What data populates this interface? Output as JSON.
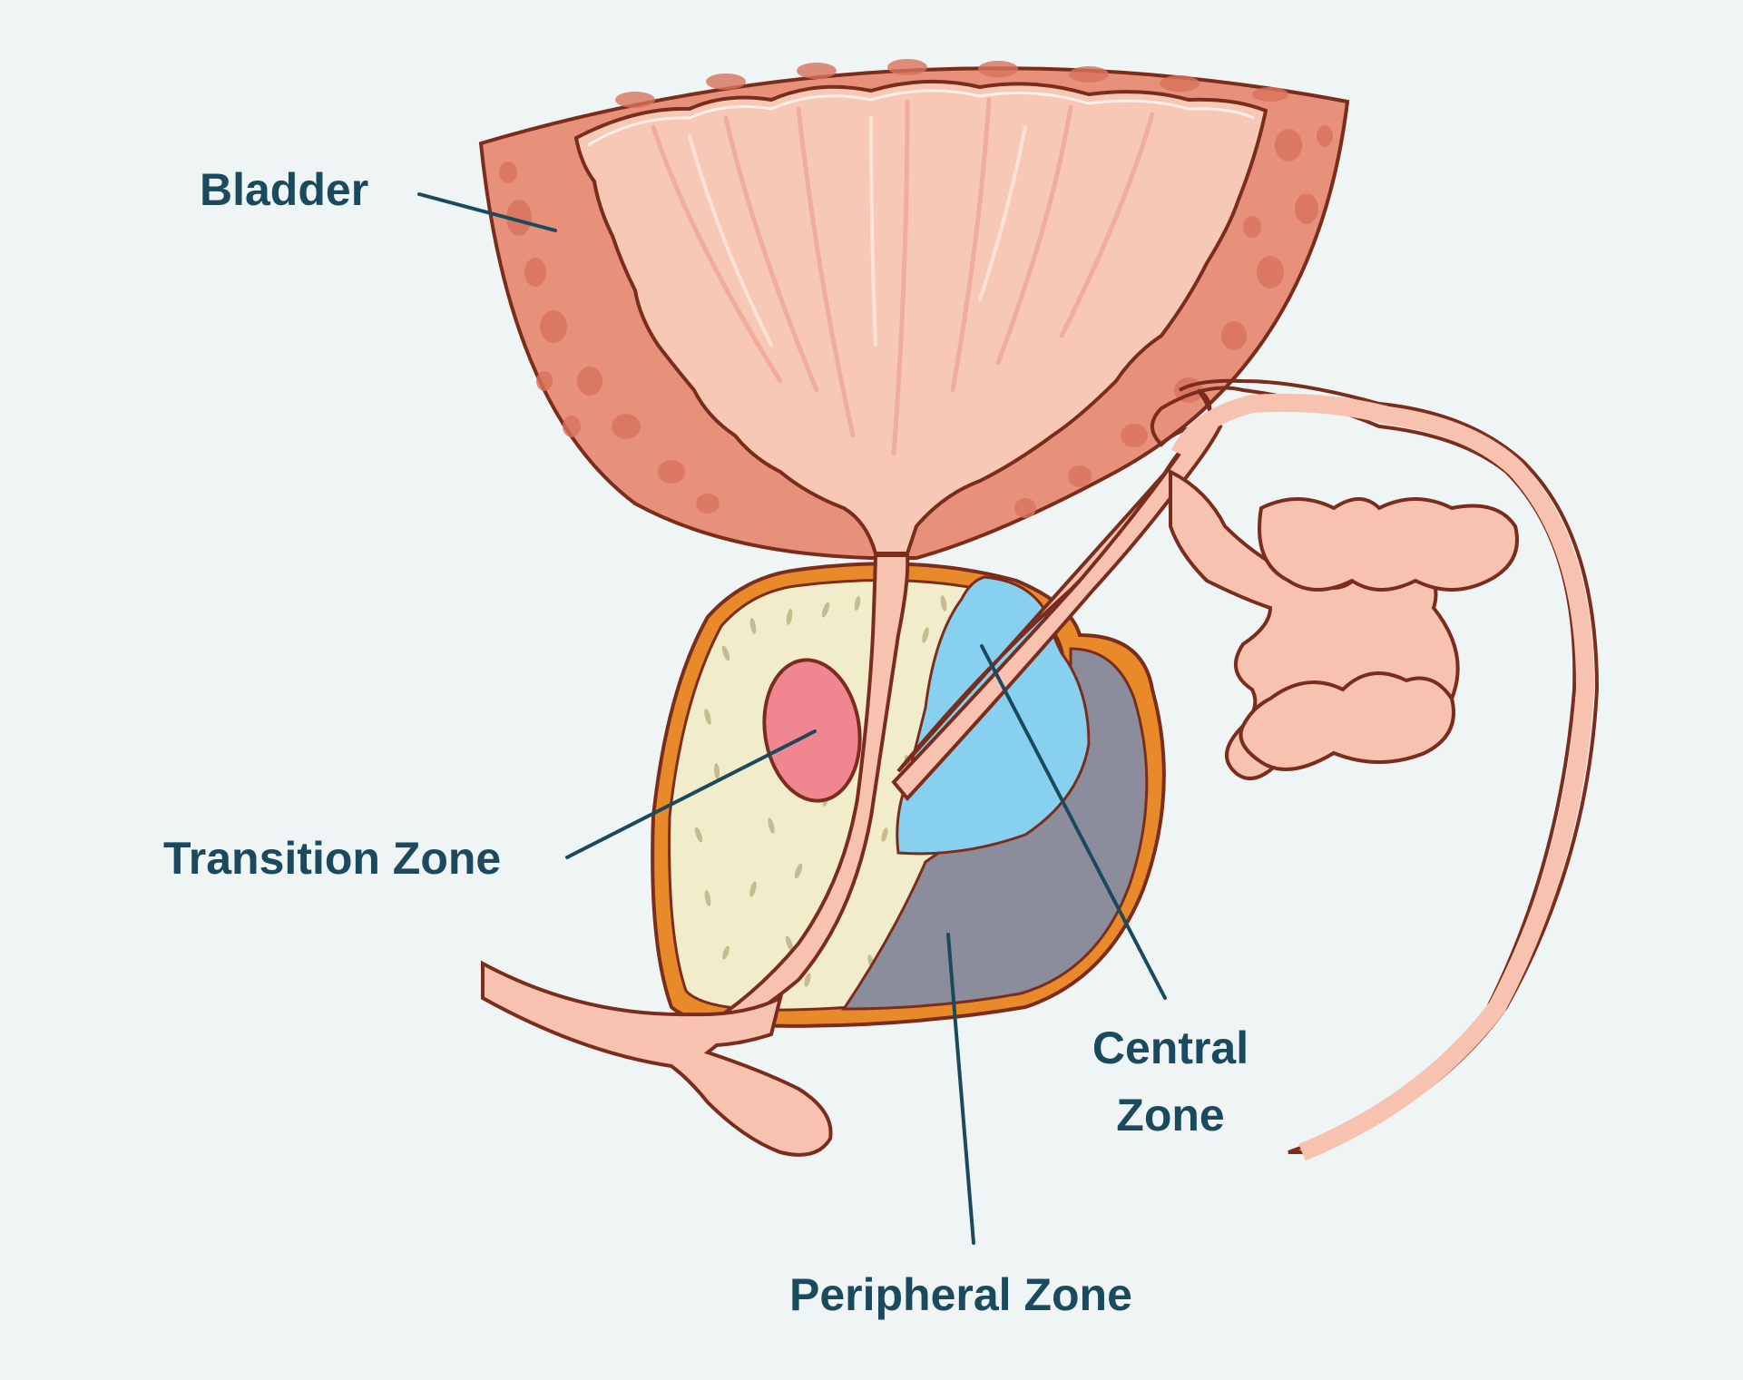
{
  "labels": {
    "bladder": "Bladder",
    "transition_zone": "Transition Zone",
    "central_zone_line1": "Central",
    "central_zone_line2": "Zone",
    "peripheral_zone": "Peripheral Zone"
  },
  "colors": {
    "background": "#eff4f5",
    "label_text": "#1b4a5e",
    "leader_line": "#1b4a5e",
    "outline": "#7a2d1c",
    "bladder_wall": "#e8917a",
    "bladder_wall_spots": "#d9735c",
    "bladder_lumen": "#f8c8b6",
    "urethra_and_ducts": "#f7c2b0",
    "capsule": "#e8892a",
    "transition_zone_fill": "#f1ecc9",
    "transition_nodule": "#f08790",
    "central_zone": "#87d0ef",
    "peripheral_zone": "#8b8d9c"
  }
}
